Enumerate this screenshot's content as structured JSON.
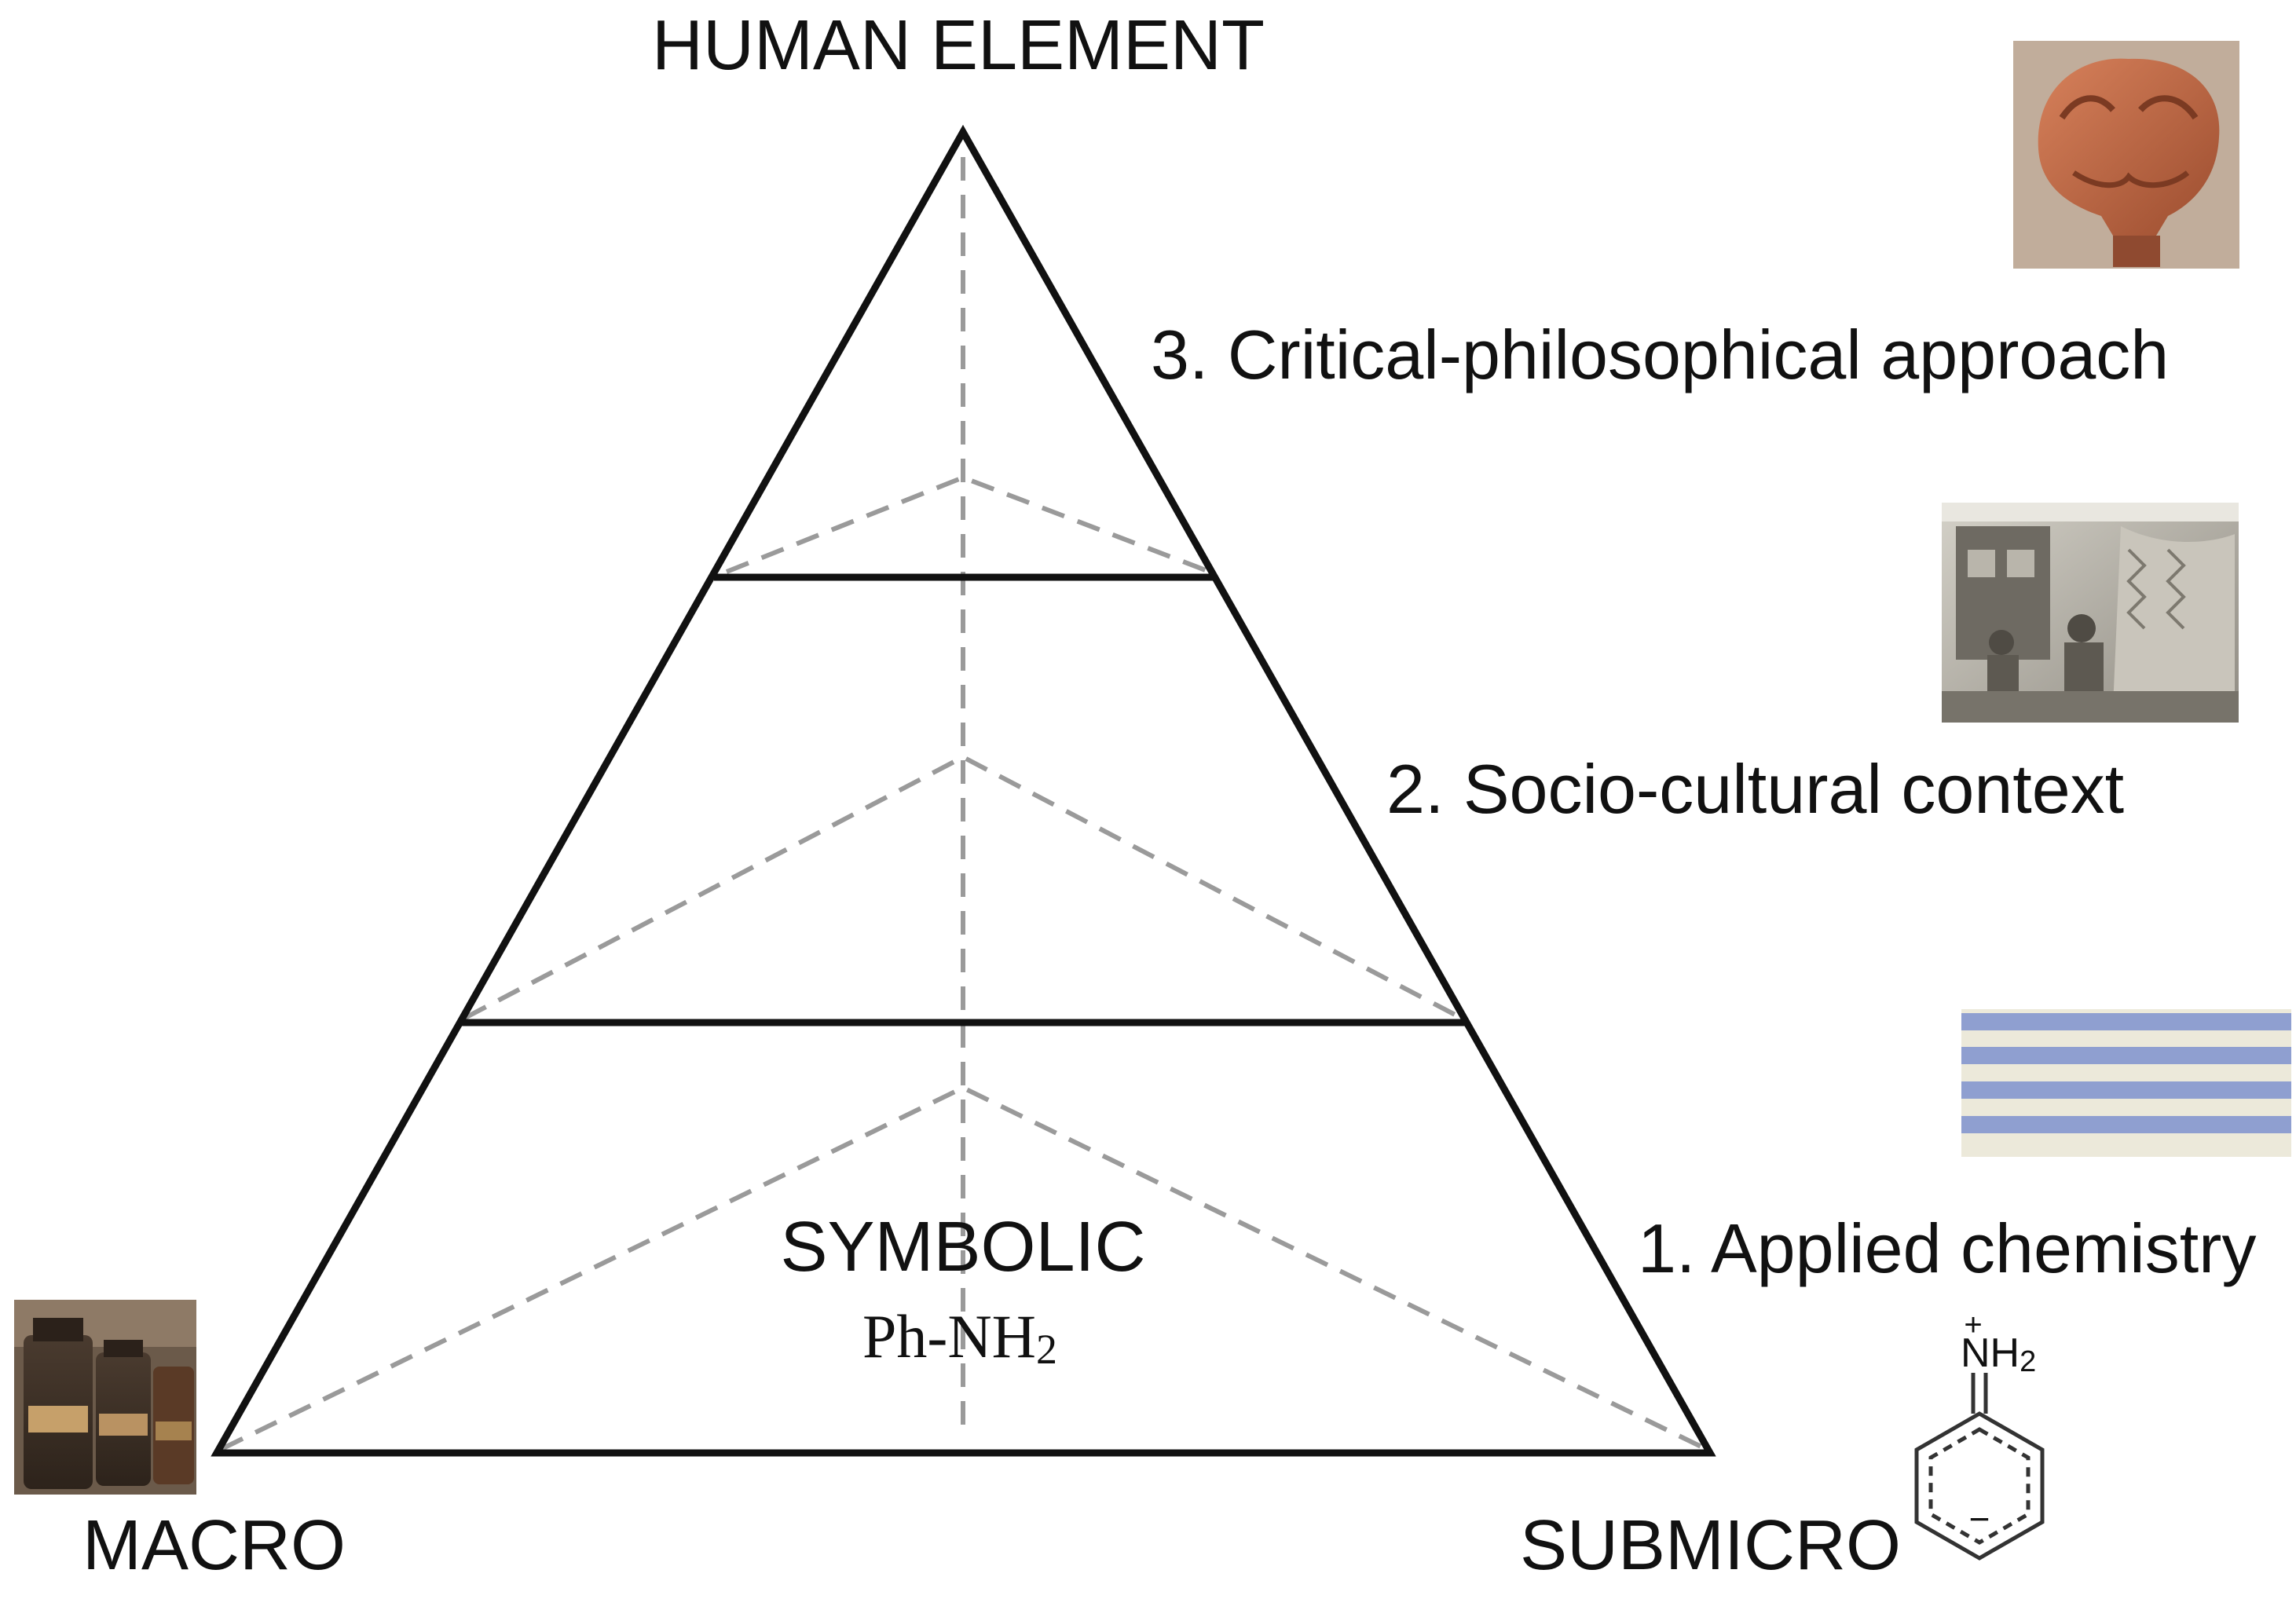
{
  "labels": {
    "top": "HUMAN ELEMENT",
    "bottom_left": "MACRO",
    "bottom_right": "SUBMICRO",
    "center": "SYMBOLIC",
    "formula_main": "Ph-NH",
    "formula_sub": "2"
  },
  "levels": [
    {
      "text": "3. Critical-philosophical approach"
    },
    {
      "text": "2. Socio-cultural context"
    },
    {
      "text": "1. Applied chemistry"
    }
  ],
  "molecule": {
    "group_main": "NH",
    "group_sub": "2",
    "plus": "+",
    "minus": "−"
  },
  "pictures": [
    {
      "name": "terracotta-head-photo"
    },
    {
      "name": "engraving-carpet-workers"
    },
    {
      "name": "dyed-fabric-stripes"
    },
    {
      "name": "apothecary-bottles-photo"
    }
  ],
  "colors": {
    "solid_line": "#111111",
    "dashed_line": "#9a9a9a",
    "stripe_blue": "#8f9fd0",
    "stripe_base": "#ece9da"
  }
}
